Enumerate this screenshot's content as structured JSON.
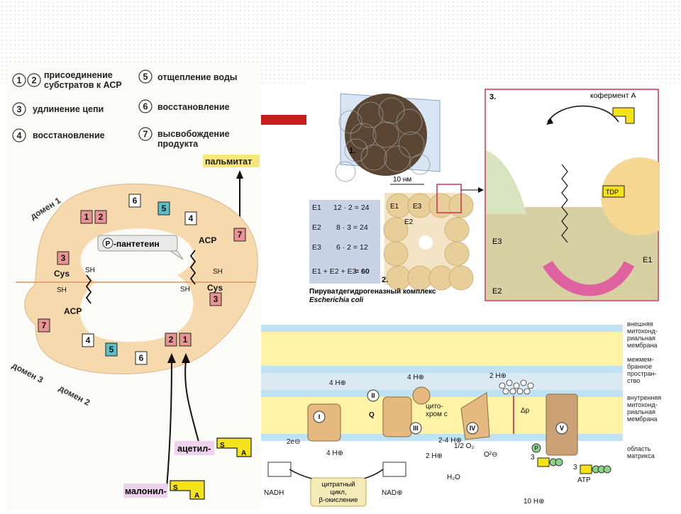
{
  "slide": {
    "accent_color": "#c81e1e",
    "background_pattern": "dotted-top"
  },
  "fatty_acid_synthase": {
    "legend": [
      {
        "nums": [
          "1",
          "2"
        ],
        "text_lines": [
          "присоединение",
          "субстратов к АСР"
        ]
      },
      {
        "nums": [
          "3"
        ],
        "text_lines": [
          "удлинение цепи"
        ]
      },
      {
        "nums": [
          "4"
        ],
        "text_lines": [
          "восстановление"
        ]
      },
      {
        "nums": [
          "5"
        ],
        "text_lines": [
          "отщепление воды"
        ]
      },
      {
        "nums": [
          "6"
        ],
        "text_lines": [
          "восстановление"
        ]
      },
      {
        "nums": [
          "7"
        ],
        "text_lines": [
          "высвобождение",
          "продукта"
        ]
      }
    ],
    "product_label": "пальмитат",
    "domain_labels": [
      "домен 1",
      "домен 2",
      "домен 3"
    ],
    "pantetheine_label": "-пантетеин",
    "pantetheine_symbol": "P",
    "acp_label": "ACP",
    "cys_label": "Cys",
    "sh_label": "SH",
    "boxes_top": [
      "1",
      "2",
      "6",
      "5",
      "4",
      "7",
      "3"
    ],
    "boxes_bottom": [
      "3",
      "7",
      "4",
      "5",
      "6",
      "2",
      "1"
    ],
    "substrates": [
      {
        "label": "ацетил-",
        "s": "S",
        "a": "A"
      },
      {
        "label": "малонил-",
        "s": "S",
        "a": "A"
      }
    ],
    "colors": {
      "body": "#f7d9ae",
      "red_box": "#e89494",
      "teal_box": "#5bbfc9",
      "label_bg": "#efd3ee",
      "coa": "#f4e21a"
    }
  },
  "pyruvate_dehydrogenase": {
    "panel_1_label": "1.",
    "panel_2_label": "2.",
    "panel_3_label": "3.",
    "scale_label": "10 нм",
    "subunits": [
      {
        "name": "E1",
        "formula": "12 · 2 = 24"
      },
      {
        "name": "E2",
        "formula": "8 · 3 = 24"
      },
      {
        "name": "E3",
        "formula": "6 · 2 = 12"
      },
      {
        "name": "E1 + E2 + E3",
        "formula": "= 60"
      }
    ],
    "grid_labels": [
      "E1",
      "E3",
      "E2"
    ],
    "coenzyme_label": "кофермент A",
    "tdp_label": "TDP",
    "region_labels": [
      "E3",
      "E1",
      "E2"
    ],
    "caption_line1": "Пируватдегидрогеназный комплекс",
    "caption_line2": "Escherichia coli"
  },
  "respiratory_chain": {
    "right_labels": [
      [
        "внешняя",
        "митохонд-",
        "риальная",
        "мембрана"
      ],
      [
        "межмем-",
        "бранное",
        "простран-",
        "ство"
      ],
      [
        "внутренняя",
        "митохонд-",
        "риальная",
        "мембрана"
      ],
      [
        "область",
        "матрикса"
      ]
    ],
    "complexes": [
      "I",
      "II",
      "III",
      "IV",
      "V"
    ],
    "q_label": "Q",
    "cytochrome_label": [
      "цито-",
      "хром с"
    ],
    "proton_labels": [
      "4 H⊕",
      "4 H⊕",
      "2 H⊕",
      "4 H⊕",
      "2 H⊕",
      "2-4 H⊕",
      "10 H⊕"
    ],
    "delta_p": "Δp",
    "electrons": "2e⊖",
    "o2_label": "1/2 O₂",
    "o2_anion": "O²⊖",
    "water": "H₂O",
    "nadh": "NADH",
    "nad": "NAD⊕",
    "cycle_label": [
      "цитратный",
      "цикл,",
      "β-окисление"
    ],
    "atp_label": "ATP",
    "adp_count": "3",
    "atp_count": "3",
    "phosphate": "P"
  }
}
